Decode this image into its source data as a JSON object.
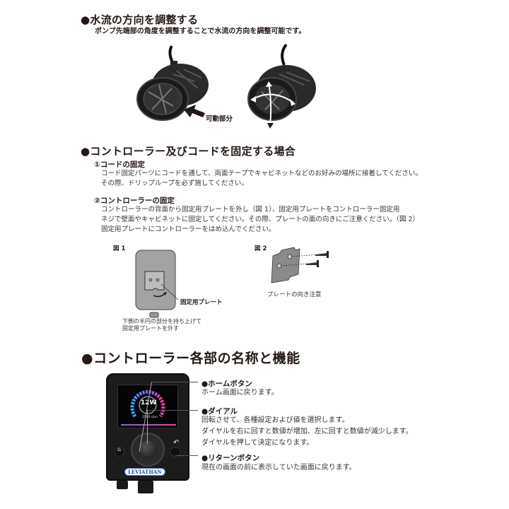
{
  "section1": {
    "title": "●水流の方向を調整する",
    "description": "ポンプ先端部の角度を調整することで水流の方向を調整可能です。",
    "callout": "可動部分"
  },
  "section2": {
    "title": "●コントローラー及びコードを固定する場合",
    "sub1": {
      "title": "①コードの固定",
      "lines": [
        "コード固定パーツにコードを通して、両面テープでキャビネットなどのお好みの場所に接着してください。",
        "その際、ドリップループを必ず施してください。"
      ]
    },
    "sub2": {
      "title": "②コントローラーの固定",
      "lines": [
        "コントローラーの背面から固定用プレートを外し（図 1）、固定用プレートをコントローラー固定用",
        "ネジで壁面やキャビネットに固定してください。その際、プレートの面の向きにご注意ください。（図 2）",
        "固定用プレートにコントローラーをはめ込んでください。"
      ]
    },
    "fig1": {
      "label": "図 1",
      "callout": "固定用プレート",
      "caption": [
        "下側の半円の部分を持ち上げて",
        "固定用プレートを外す"
      ]
    },
    "fig2": {
      "label": "図 2",
      "caption": "プレートの向き注意"
    }
  },
  "section3": {
    "title": "●コントローラー各部の名称と機能",
    "screen": {
      "power": "12W",
      "rpm": "2500 rpm"
    },
    "logo": "LEVIATHAN",
    "items": [
      {
        "title": "●ホームボタン",
        "lines": [
          "ホーム画面に戻ります。"
        ]
      },
      {
        "title": "●ダイアル",
        "lines": [
          "回転させて、各種設定および値を選択します。",
          "ダイヤルを右に回すと数値が増加、左に回すと数値が減少します。",
          "ダイヤルを押して決定になります。"
        ]
      },
      {
        "title": "●リターンボタン",
        "lines": [
          "現在の画面の前に表示していた画面に戻ります。"
        ]
      }
    ]
  }
}
